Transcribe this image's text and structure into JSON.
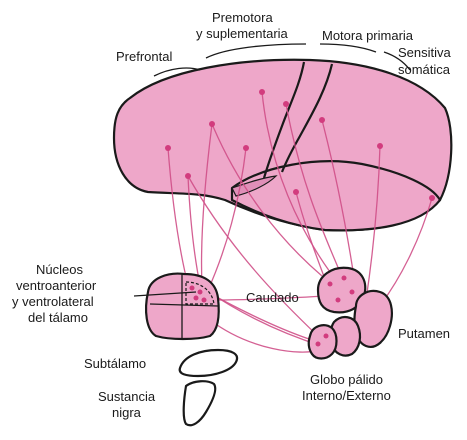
{
  "colors": {
    "tissue": "#eea7c9",
    "tissue_dark": "#e793bd",
    "pathway": "#cf4f87",
    "outline": "#1a1a1a"
  },
  "labels": {
    "prefrontal": "Prefrontal",
    "premotor_line1": "Premotora",
    "premotor_line2": "y suplementaria",
    "motor_primary": "Motora primaria",
    "sensory_line1": "Sensitiva",
    "sensory_line2": "somática",
    "thalamus_line1": "Núcleos",
    "thalamus_line2": "ventroanterior",
    "thalamus_line3": "y ventrolateral",
    "thalamus_line4": "del tálamo",
    "caudate": "Caudado",
    "putamen": "Putamen",
    "subthalamus": "Subtálamo",
    "substantia_line1": "Sustancia",
    "substantia_line2": "nigra",
    "globus_line1": "Globo pálido",
    "globus_line2": "Interno/Externo"
  }
}
